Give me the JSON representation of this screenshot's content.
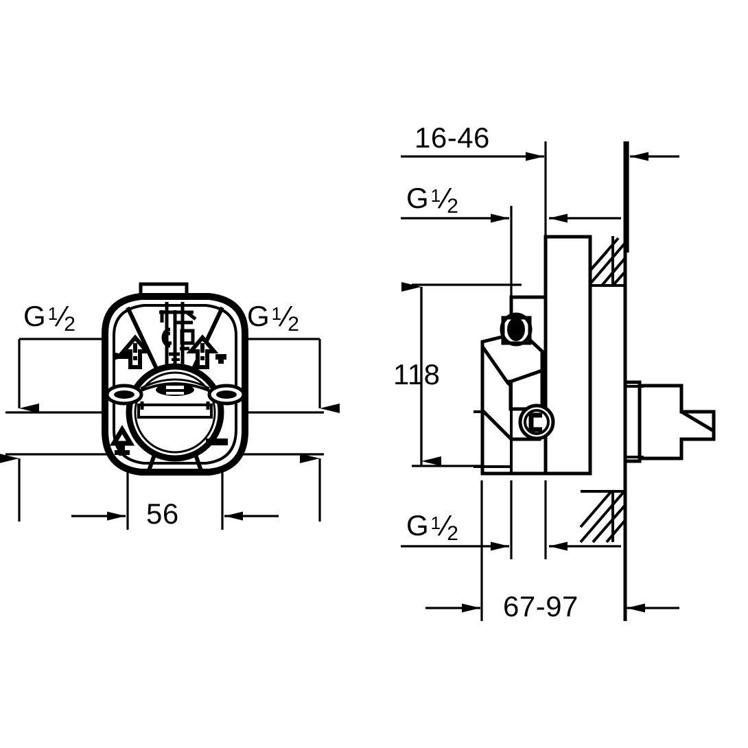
{
  "drawing": {
    "kind": "engineering-dimension-drawing",
    "subject": "concealed mixer valve rough-in body",
    "background_color": "#ffffff",
    "line_color": "#000000",
    "units": "mm",
    "views": [
      {
        "name": "front-view",
        "label": "front view of round escutcheon / valve face"
      },
      {
        "name": "section-view",
        "label": "vertical section through wall with lever handle"
      }
    ]
  },
  "dimensions": {
    "front_left_thread": {
      "id": "g-half-left",
      "text": "G 1/2",
      "letter": "G",
      "numerator": "1",
      "slash": "/",
      "denominator": "2"
    },
    "front_right_thread": {
      "id": "g-half-right",
      "text": "G 1/2",
      "letter": "G",
      "numerator": "1",
      "slash": "/",
      "denominator": "2"
    },
    "front_width": {
      "id": "dim-56",
      "value": "56"
    },
    "section_top_range": {
      "id": "dim-16-46",
      "value": "16-46"
    },
    "section_top_thread": {
      "id": "g-half-top",
      "text": "G 1/2",
      "letter": "G",
      "numerator": "1",
      "slash": "/",
      "denominator": "2"
    },
    "section_height": {
      "id": "dim-118",
      "value": "118"
    },
    "section_bottom_thread": {
      "id": "g-half-bottom",
      "text": "G 1/2",
      "letter": "G",
      "numerator": "1",
      "slash": "/",
      "denominator": "2"
    },
    "section_bottom_range": {
      "id": "dim-67-97",
      "value": "67-97"
    }
  },
  "faceplate_icons": [
    {
      "name": "arrow-up-left",
      "meaning": "water inlet flow arrow left"
    },
    {
      "name": "arrow-up-right",
      "meaning": "water inlet flow arrow right"
    },
    {
      "name": "cold-marking",
      "meaning": "cold water side marking"
    },
    {
      "name": "hot-marking",
      "meaning": "hot water side marking"
    },
    {
      "name": "recycle-icon",
      "meaning": "recycling triangle mark"
    },
    {
      "name": "logo-stamp",
      "meaning": "moulded manufacturer stamp"
    }
  ]
}
